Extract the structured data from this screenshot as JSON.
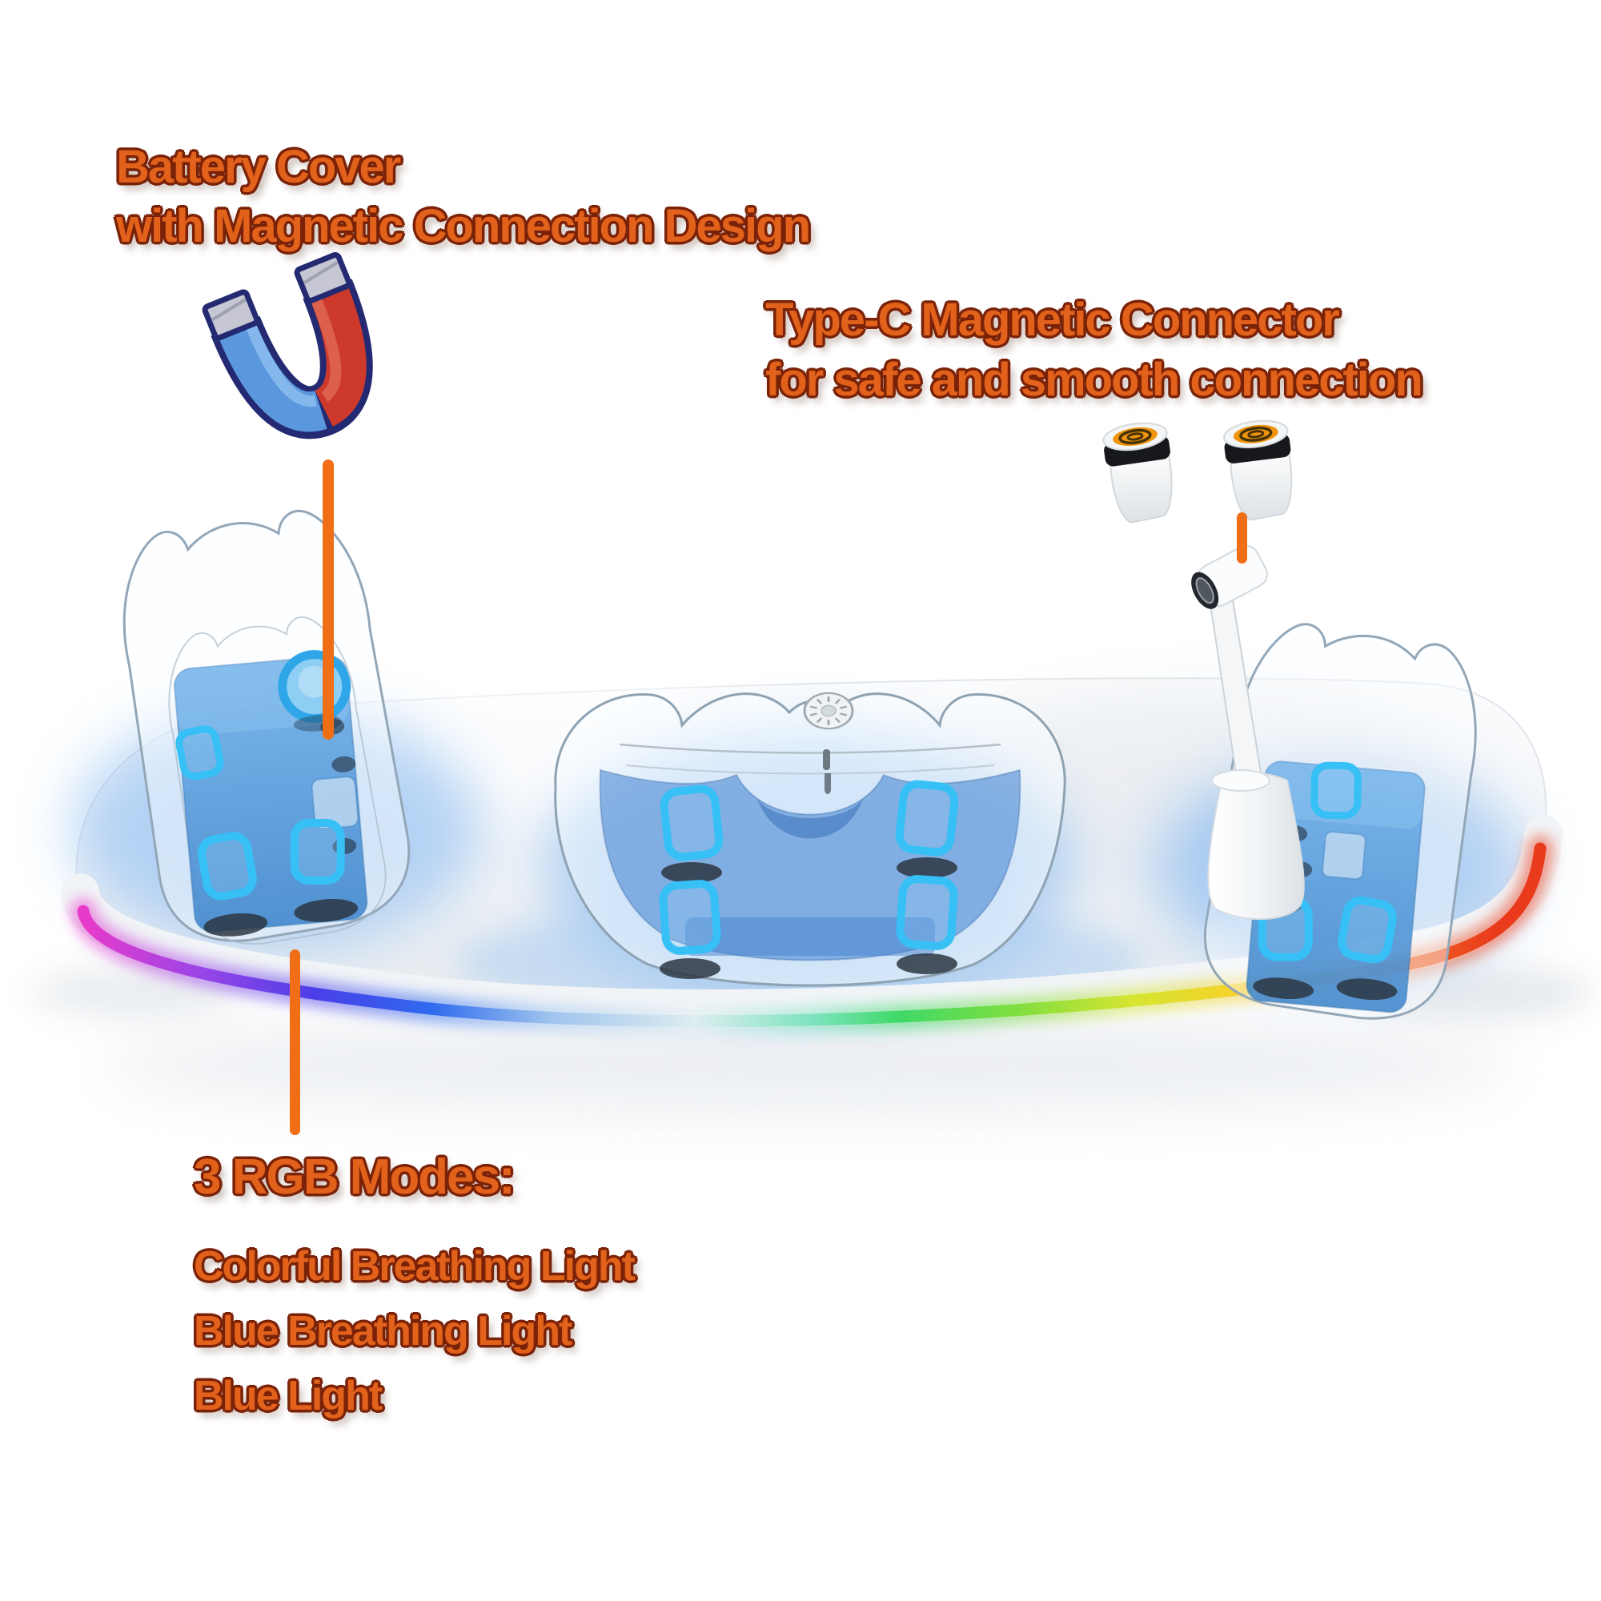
{
  "annotations": {
    "battery_cover": {
      "line1": "Battery Cover",
      "line2": "with Magnetic Connection Design"
    },
    "typec_connector": {
      "line1": "Type-C Magnetic Connector",
      "line2": "for safe and smooth connection"
    },
    "rgb_modes": {
      "title": "3 RGB Modes:",
      "modes": [
        "Colorful Breathing Light",
        "Blue Breathing Light",
        "Blue Light"
      ]
    }
  },
  "icons": {
    "magnet": "horseshoe-magnet-icon",
    "typec_tips": "type-c-connector-tip-icons",
    "sun_emblem": "sun-engraving-icon",
    "pointer_lines": "orange-callout-lines"
  },
  "colors": {
    "background": "#FFFFFF",
    "annotation_text": "#E2611B",
    "annotation_outline": "#7A2208",
    "pointer_line": "#F06F16",
    "magnet_blue": "#5B97DD",
    "magnet_red": "#CD3A2C",
    "magnet_outline": "#232A72",
    "magnet_tip_gray": "#C6C7D2",
    "dock_body": "#F2F4F7",
    "battery_blue": "#4E9ADE",
    "clip_blue": "#36C0F6",
    "glow_blue": "#7FB5F0",
    "typec_disc_orange": "#F0930E",
    "rgb_strip_gradient": [
      "#E93ACA",
      "#9A45E6",
      "#4A3FE8",
      "#2F6BEE",
      "#9FC4EE",
      "#DDEDF0",
      "#7EE3C0",
      "#3FD968",
      "#7FDE3F",
      "#D6E532",
      "#F5D229",
      "#F5A01E",
      "#F06322",
      "#E93A1C"
    ]
  }
}
